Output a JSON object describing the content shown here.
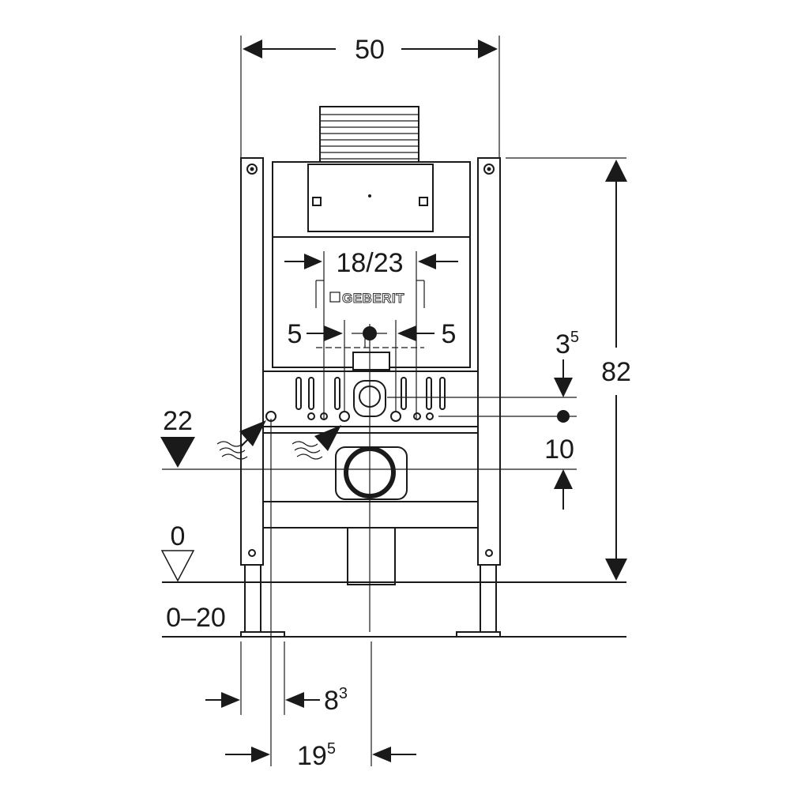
{
  "title": "Geberit installation frame dimension drawing",
  "logo": "GEBERIT",
  "dimensions": {
    "width": "50",
    "flush_plate_width": "18/23",
    "offset_left": "5",
    "offset_right": "5",
    "supply_offset": {
      "base": "3",
      "sup": "5"
    },
    "height": "82",
    "drain_height": "22",
    "drain_spacing": "10",
    "floor_level": "0",
    "floor_range": "0–20",
    "foot_depth": {
      "base": "8",
      "sup": "3"
    },
    "drain_depth": {
      "base": "19",
      "sup": "5"
    }
  },
  "colors": {
    "line": "#1a1a1a",
    "background": "#ffffff"
  }
}
